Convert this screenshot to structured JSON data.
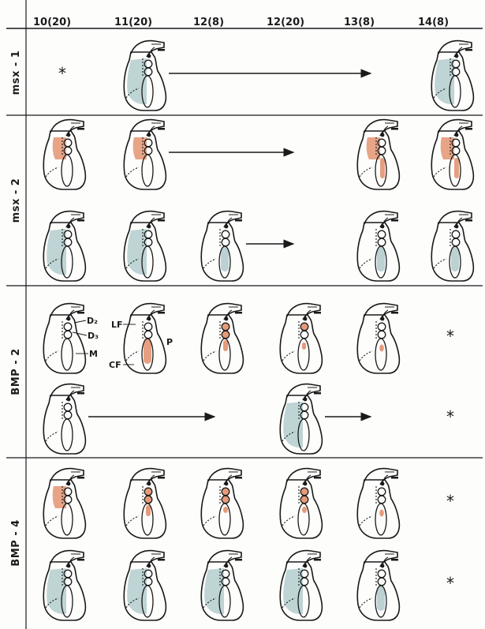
{
  "header": {
    "columns": [
      "10(20)",
      "11(20)",
      "12(8)",
      "12(20)",
      "13(8)",
      "14(8)"
    ]
  },
  "rows": [
    {
      "gene": "msx - 1"
    },
    {
      "gene": "msx - 2"
    },
    {
      "gene": "BMP - 2"
    },
    {
      "gene": "BMP - 4"
    }
  ],
  "annotations": {
    "d2": "D₂",
    "d3": "D₃",
    "m": "M",
    "lf": "LF",
    "p": "P",
    "cf": "CF"
  },
  "star_symbol": "*",
  "colors": {
    "blue_stain": "#b7cfd0",
    "orange_stain": "#e59a7a",
    "ink": "#1a1a1a"
  },
  "subrows": [
    {
      "gene": 0,
      "cells": [
        {
          "col": 0,
          "type": "star"
        },
        {
          "col": 1,
          "type": "jaw",
          "stain": "blue",
          "pattern": "wide"
        },
        {
          "col": 5,
          "type": "jaw",
          "stain": "blue",
          "pattern": "wide"
        }
      ],
      "arrows": [
        {
          "from_col": 1,
          "to_col": 4
        }
      ]
    },
    {
      "gene": 1,
      "cells": [
        {
          "col": 0,
          "type": "jaw",
          "stain": "orange",
          "pattern": "upper"
        },
        {
          "col": 1,
          "type": "jaw",
          "stain": "orange",
          "pattern": "upper"
        },
        {
          "col": 4,
          "type": "jaw",
          "stain": "orange",
          "pattern": "upper_lower"
        },
        {
          "col": 5,
          "type": "jaw",
          "stain": "orange",
          "pattern": "upper_lower"
        }
      ],
      "arrows": [
        {
          "from_col": 1,
          "to_col": 3
        }
      ]
    },
    {
      "gene": 1,
      "cells": [
        {
          "col": 0,
          "type": "jaw",
          "stain": "blue",
          "pattern": "wide"
        },
        {
          "col": 1,
          "type": "jaw",
          "stain": "blue",
          "pattern": "wide"
        },
        {
          "col": 2,
          "type": "jaw",
          "stain": "blue",
          "pattern": "lower"
        },
        {
          "col": 4,
          "type": "jaw",
          "stain": "blue",
          "pattern": "lower"
        },
        {
          "col": 5,
          "type": "jaw",
          "stain": "blue",
          "pattern": "lower"
        }
      ],
      "arrows": [
        {
          "from_col": 2,
          "to_col": 3
        }
      ]
    },
    {
      "gene": 2,
      "cells": [
        {
          "col": 0,
          "type": "jaw",
          "stain": "none",
          "pattern": "none",
          "labeled_left": true
        },
        {
          "col": 1,
          "type": "jaw",
          "stain": "orange",
          "pattern": "lower",
          "labeled_right": true
        },
        {
          "col": 2,
          "type": "jaw",
          "stain": "orange",
          "pattern": "circles"
        },
        {
          "col": 3,
          "type": "jaw",
          "stain": "orange",
          "pattern": "dot_top"
        },
        {
          "col": 4,
          "type": "jaw",
          "stain": "orange",
          "pattern": "dot_mid"
        },
        {
          "col": 5,
          "type": "star"
        }
      ],
      "arrows": []
    },
    {
      "gene": 2,
      "cells": [
        {
          "col": 0,
          "type": "jaw",
          "stain": "none",
          "pattern": "none"
        },
        {
          "col": 3,
          "type": "jaw",
          "stain": "blue",
          "pattern": "wide"
        },
        {
          "col": 5,
          "type": "star"
        }
      ],
      "arrows": [
        {
          "from_col": 0,
          "to_col": 2
        },
        {
          "from_col": 3,
          "to_col": 4
        }
      ]
    },
    {
      "gene": 3,
      "cells": [
        {
          "col": 0,
          "type": "jaw",
          "stain": "orange",
          "pattern": "upper"
        },
        {
          "col": 1,
          "type": "jaw",
          "stain": "orange",
          "pattern": "circles"
        },
        {
          "col": 2,
          "type": "jaw",
          "stain": "orange",
          "pattern": "dots"
        },
        {
          "col": 3,
          "type": "jaw",
          "stain": "orange",
          "pattern": "dots"
        },
        {
          "col": 4,
          "type": "jaw",
          "stain": "orange",
          "pattern": "dot_mid"
        },
        {
          "col": 5,
          "type": "star"
        }
      ],
      "arrows": []
    },
    {
      "gene": 3,
      "cells": [
        {
          "col": 0,
          "type": "jaw",
          "stain": "blue",
          "pattern": "wide"
        },
        {
          "col": 1,
          "type": "jaw",
          "stain": "blue",
          "pattern": "wide"
        },
        {
          "col": 2,
          "type": "jaw",
          "stain": "blue",
          "pattern": "wide"
        },
        {
          "col": 3,
          "type": "jaw",
          "stain": "blue",
          "pattern": "wide"
        },
        {
          "col": 4,
          "type": "jaw",
          "stain": "blue",
          "pattern": "lower"
        },
        {
          "col": 5,
          "type": "star"
        }
      ],
      "arrows": []
    }
  ]
}
